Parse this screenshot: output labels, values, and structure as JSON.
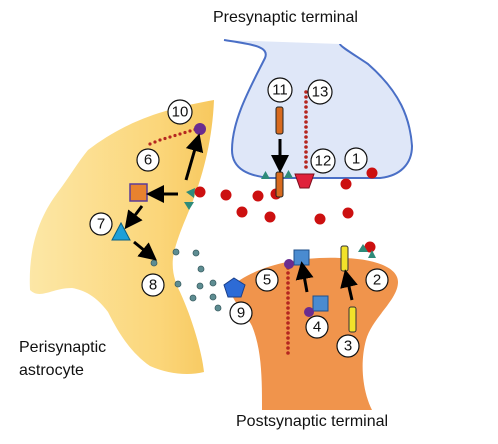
{
  "labels": {
    "presynaptic": "Presynaptic terminal",
    "postsynaptic": "Postsynaptic terminal",
    "astrocyte_line1": "Perisynaptic",
    "astrocyte_line2": "astrocyte"
  },
  "markers": {
    "m1": "1",
    "m2": "2",
    "m3": "3",
    "m4": "4",
    "m5": "5",
    "m6": "6",
    "m7": "7",
    "m8": "8",
    "m9": "9",
    "m10": "10",
    "m11": "11",
    "m12": "12",
    "m13": "13"
  },
  "colors": {
    "presynaptic_fill": "#dfe7f8",
    "presynaptic_stroke": "#4a6fc6",
    "postsynaptic_fill": "#f0944c",
    "astrocyte_fill": "#fbd67a",
    "glutamate": "#cc1010",
    "receptor_teal": "#2e8b7a",
    "atp_dots": "#5e8d92",
    "arrow": "#000000"
  }
}
